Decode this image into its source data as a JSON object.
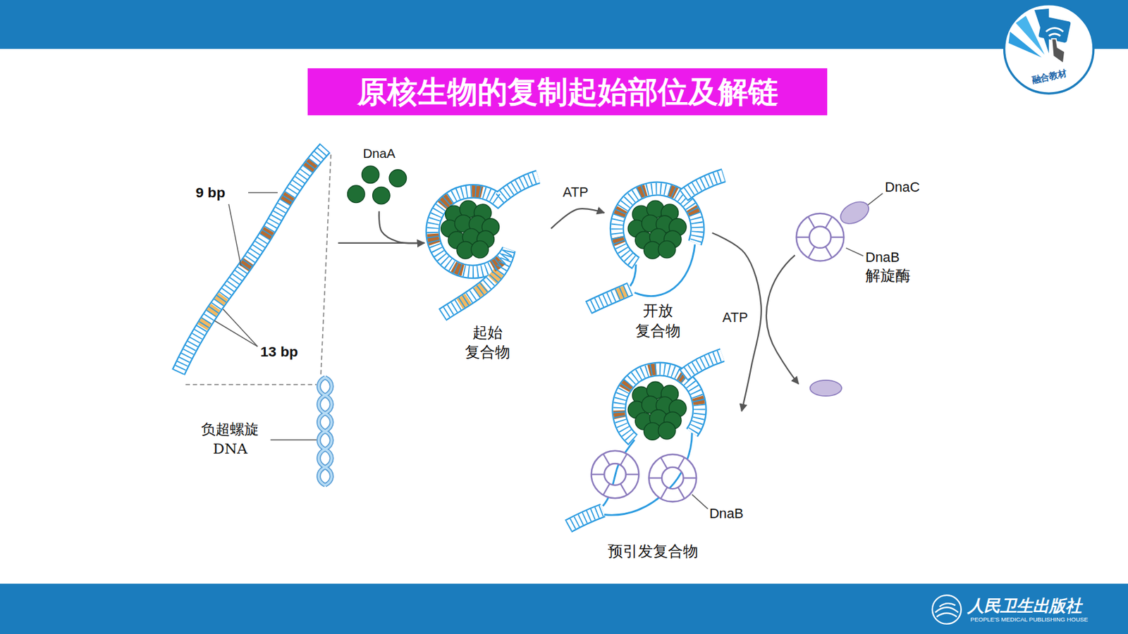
{
  "diagram": {
    "title": "原核生物的复制起始部位及解链",
    "nodes": [
      {
        "text": [
          "DnaA"
        ]
      },
      {
        "text": [
          "起始 复合物"
        ]
      },
      {
        "text": [
          "开放 复合物"
        ]
      },
      {
        "text": [
          "DnaB",
          "解旋酶"
        ]
      },
      {
        "text": [
          "预引发复合物"
        ]
      }
    ],
    "edges": [
      {
        "from": 0,
        "to": 1,
        "arrow": "to"
      },
      {
        "from": 1,
        "to": 2,
        "label": "ATP",
        "arrow": "to"
      },
      {
        "from": 2,
        "to": 4,
        "label": "ATP",
        "arrow": "to"
      }
    ],
    "labels": [
      "融合教材",
      "9 bp",
      "13 bp",
      "负超螺旋 DNA",
      "DnaC",
      "DnaB",
      "人民卫生出版社",
      "PEOPLE'S MEDICAL PUBLISHING HOUSE"
    ]
  }
}
